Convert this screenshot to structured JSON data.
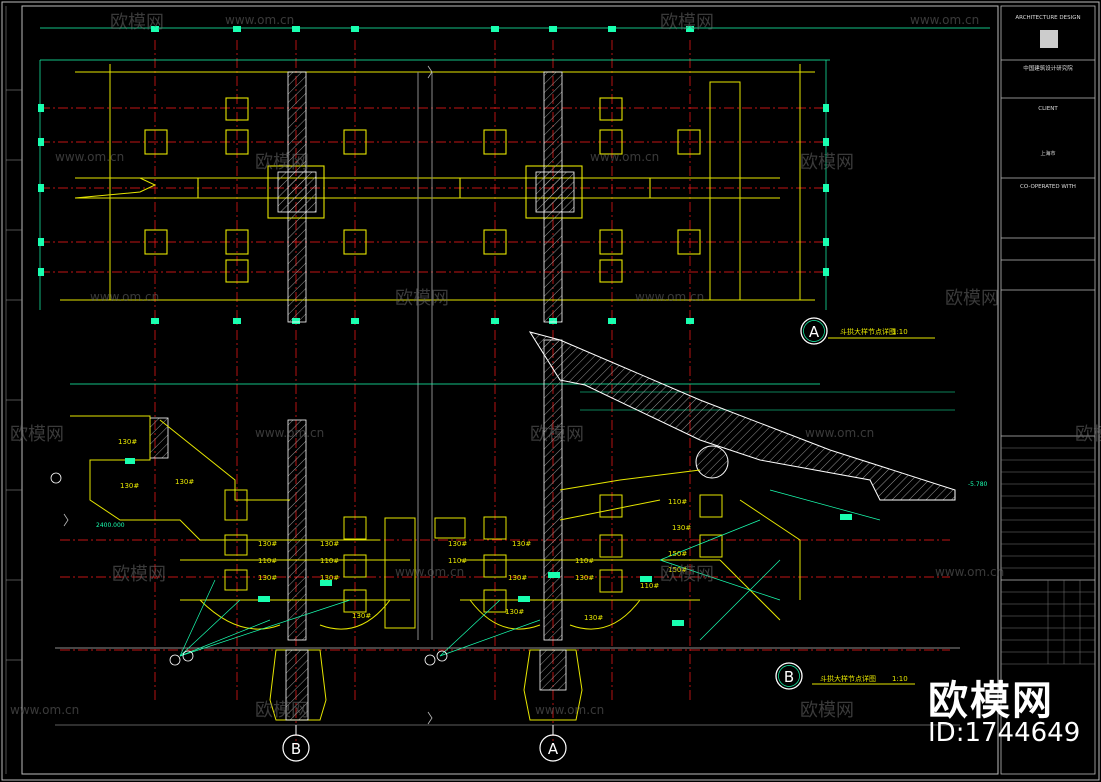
{
  "title_block": {
    "firm": "ARCHITECTURE DESIGN",
    "firm_cn": "中国建筑设计研究院",
    "client_label": "CLIENT",
    "client_value": "上海市",
    "co_operated_label": "CO-OPERATED WITH"
  },
  "views": {
    "detail_a": {
      "marker": "A",
      "title": "斗拱大样节点详图",
      "scale": "1:10"
    },
    "detail_b": {
      "marker": "B",
      "title": "斗拱大样节点详图",
      "scale": "1:10"
    }
  },
  "grid_axes": {
    "left": "B",
    "right": "A"
  },
  "dimensions": {
    "d130": "130#",
    "d110": "110#",
    "d150": "150#",
    "elev": "2400.000",
    "elev2": "-5.780"
  },
  "watermark": {
    "brand": "欧模网",
    "url": "www.om.cn",
    "id": "ID:1744649"
  },
  "colors": {
    "yellow": "#e6e600",
    "red": "#ff1a1a",
    "green": "#19ffb0",
    "white": "#ffffff",
    "gray": "#8a8a8a"
  }
}
